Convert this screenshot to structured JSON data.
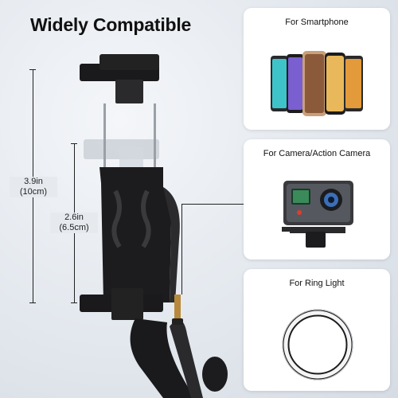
{
  "title": "Widely Compatible",
  "dimensions": {
    "total": {
      "inch": "3.9in",
      "cm": "(10cm)"
    },
    "min": {
      "inch": "2.6in",
      "cm": "(6.5cm)"
    }
  },
  "cards": [
    {
      "label": "For Smartphone",
      "icon": "smartphones-image"
    },
    {
      "label": "For Camera/Action Camera",
      "icon": "action-camera-image"
    },
    {
      "label": "For Ring Light",
      "icon": "ring-light-image"
    }
  ],
  "colors": {
    "background": "#e6eaef",
    "device": "#1c1c1e",
    "card": "#ffffff",
    "camera_lens": "#3a6fb8",
    "camera_record": "#e23b2e"
  }
}
